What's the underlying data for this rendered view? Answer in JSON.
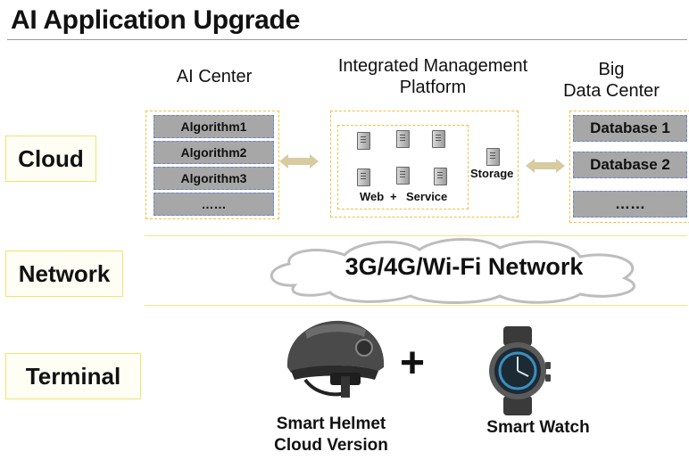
{
  "title": "AI Application Upgrade",
  "tiers": {
    "cloud": "Cloud",
    "network": "Network",
    "terminal": "Terminal"
  },
  "headers": {
    "ai_center": "AI Center",
    "platform_line1": "Integrated Management",
    "platform_line2": "Platform",
    "bigdata_line1": "Big",
    "bigdata_line2": "Data Center"
  },
  "algorithms": [
    "Algorithm1",
    "Algorithm2",
    "Algorithm3",
    "……"
  ],
  "databases": [
    "Database 1",
    "Database 2",
    "……"
  ],
  "platform": {
    "web": "Web",
    "plus": "+",
    "service": "Service",
    "storage": "Storage"
  },
  "network_label": "3G/4G/Wi-Fi Network",
  "terminal": {
    "plus": "+",
    "helmet_line1": "Smart Helmet",
    "helmet_line2": "Cloud Version",
    "watch": "Smart Watch"
  },
  "colors": {
    "box_grey": "#a7a7a7",
    "dash_yellow": "#f0c040",
    "arrow": "#d7cba0",
    "cloud_outline": "#bdbdbd"
  }
}
